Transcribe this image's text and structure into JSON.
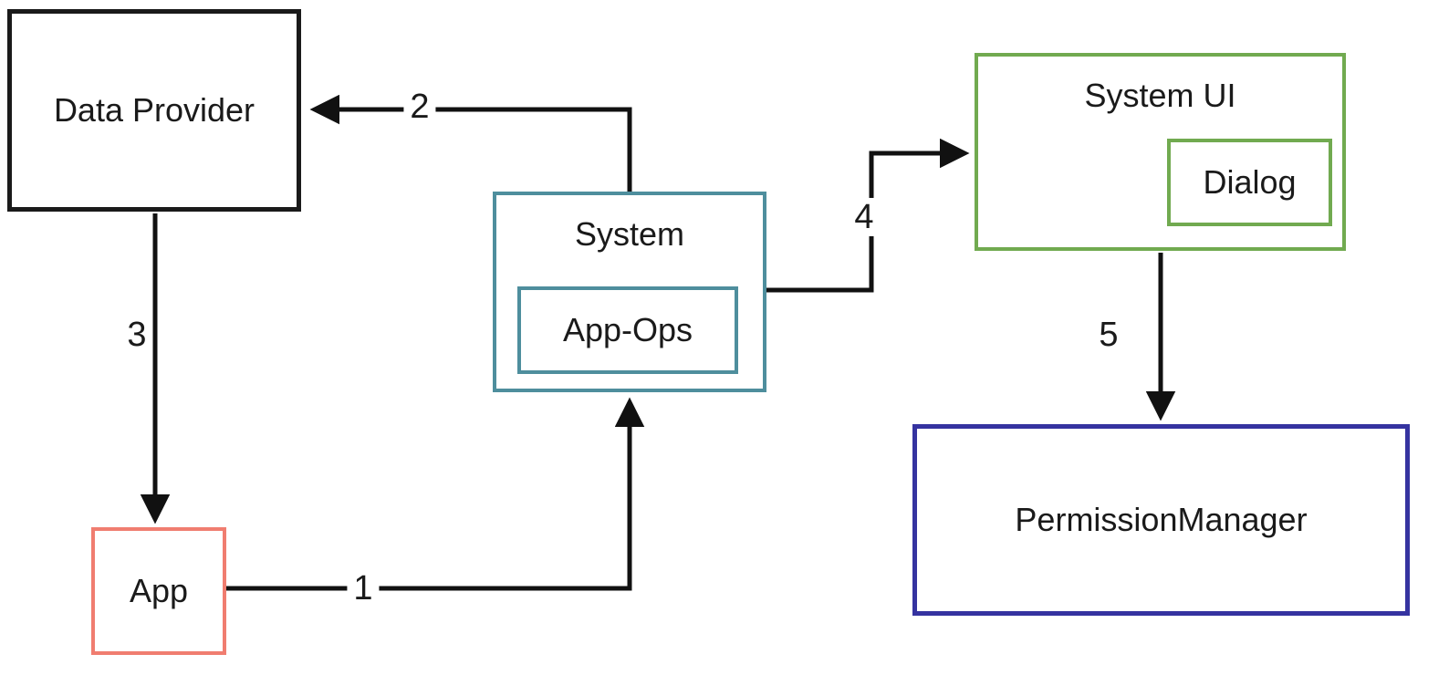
{
  "diagram": {
    "description": "Permission flow diagram",
    "nodes": {
      "data_provider": {
        "label": "Data Provider",
        "border_color": "#1a1a1a"
      },
      "system": {
        "label": "System",
        "border_color": "#4e8e9d"
      },
      "app_ops": {
        "label": "App-Ops",
        "border_color": "#4e8e9d"
      },
      "system_ui": {
        "label": "System UI",
        "border_color": "#71aa50"
      },
      "dialog": {
        "label": "Dialog",
        "border_color": "#71aa50"
      },
      "app": {
        "label": "App",
        "border_color": "#f07d70"
      },
      "permission_manager": {
        "label": "PermissionManager",
        "border_color": "#3533a0"
      }
    },
    "edges": [
      {
        "label": "1",
        "from": "App",
        "to": "System"
      },
      {
        "label": "2",
        "from": "System",
        "to": "Data Provider"
      },
      {
        "label": "3",
        "from": "Data Provider",
        "to": "App"
      },
      {
        "label": "4",
        "from": "System",
        "to": "System UI"
      },
      {
        "label": "5",
        "from": "System UI",
        "to": "PermissionManager"
      }
    ],
    "arrow_color": "#111111"
  }
}
